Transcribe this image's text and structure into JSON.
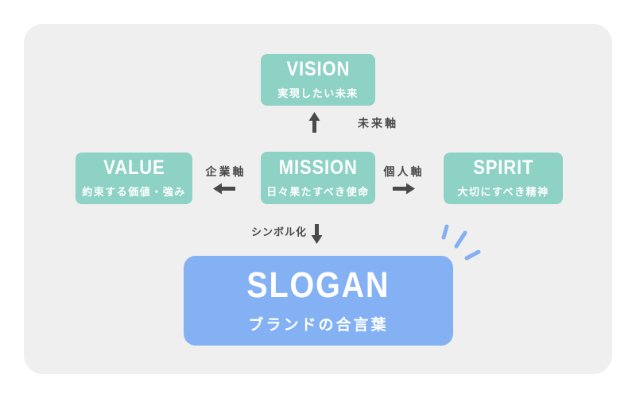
{
  "diagram": {
    "boxes": {
      "vision": {
        "title": "VISION",
        "subtitle": "実現したい未来"
      },
      "mission": {
        "title": "MISSION",
        "subtitle": "日々果たすべき使命"
      },
      "value": {
        "title": "VALUE",
        "subtitle": "約束する価値・強み"
      },
      "spirit": {
        "title": "SPIRIT",
        "subtitle": "大切にすべき精神"
      },
      "slogan": {
        "title": "SLOGAN",
        "subtitle": "ブランドの合言葉"
      }
    },
    "labels": {
      "future_axis": "未来軸",
      "corporate_axis": "企業軸",
      "personal_axis": "個人軸",
      "symbolize": "シンボル化"
    }
  },
  "colors": {
    "teal": "#8dd2c5",
    "blue": "#84b1f4",
    "panel_bg": "#efefef",
    "arrow": "#4a4a4a",
    "sparkle": "#85aff2",
    "box_text": "#ffffff"
  }
}
